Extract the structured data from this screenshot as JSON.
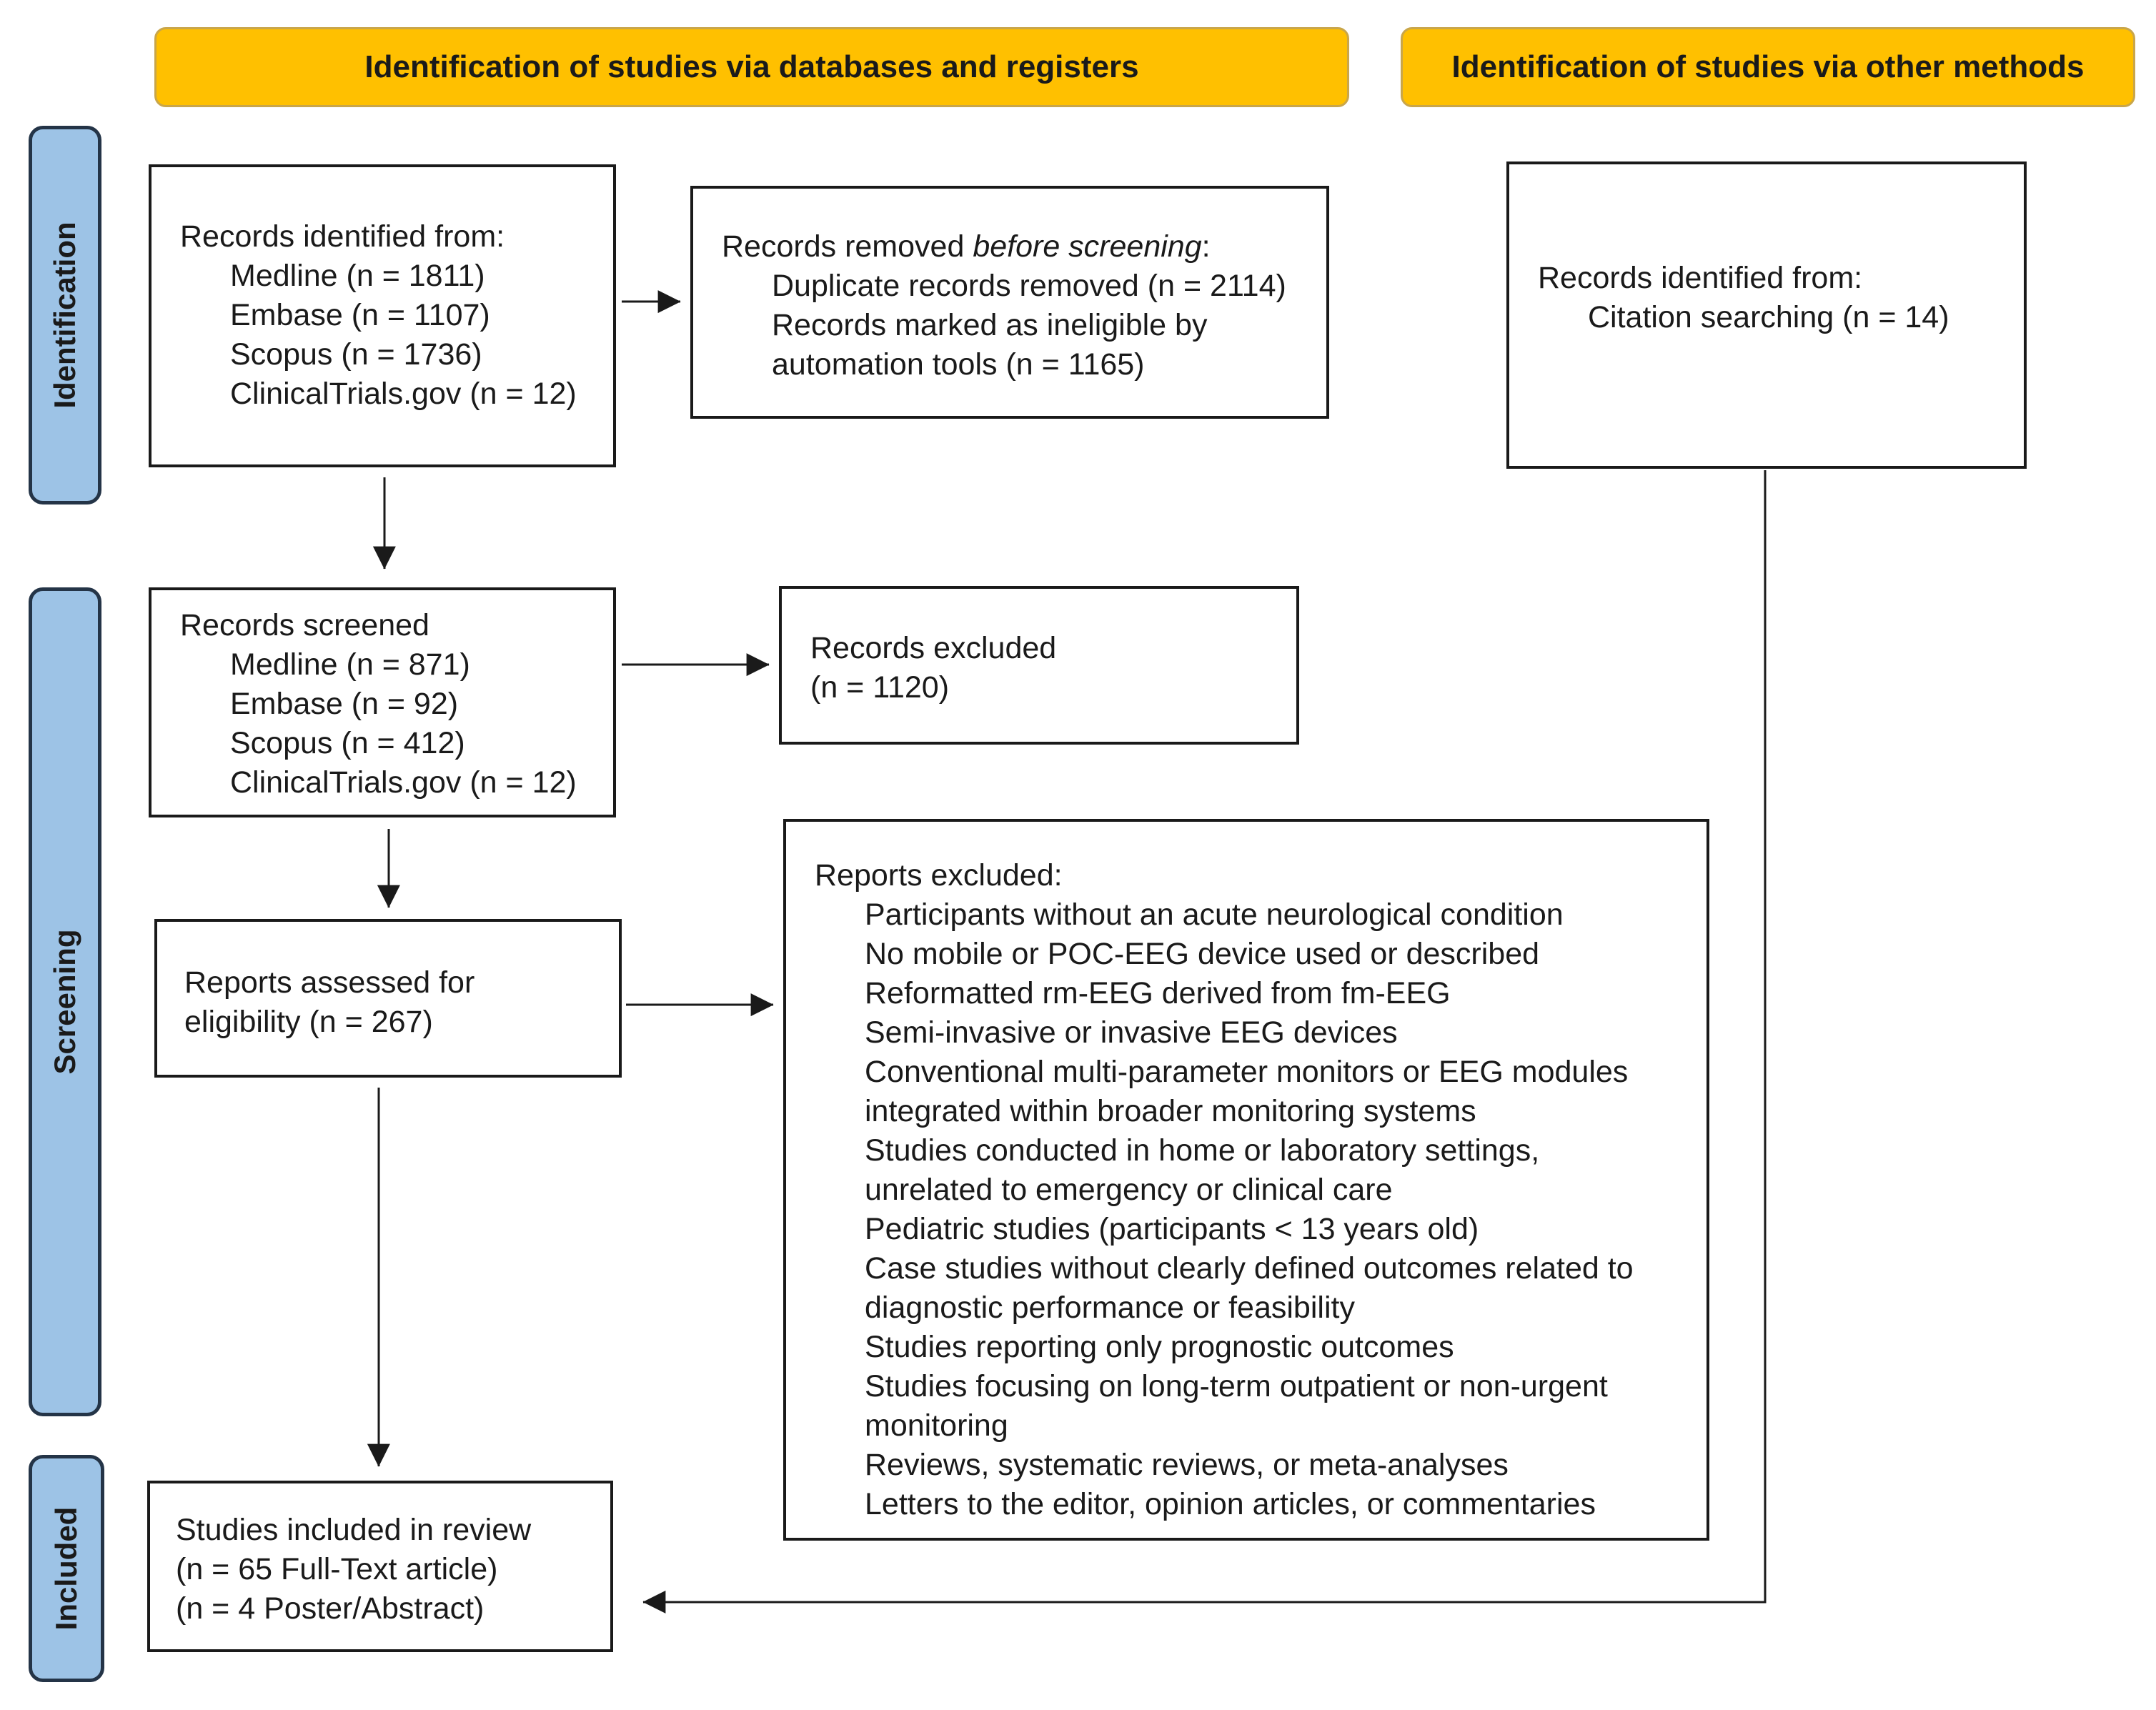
{
  "headers": {
    "databases": "Identification of studies via databases and registers",
    "other": "Identification of studies via other methods"
  },
  "stages": {
    "identification": "Identification",
    "screening": "Screening",
    "included": "Included"
  },
  "identified": {
    "title": "Records identified from:",
    "items": [
      "Medline (n = 1811)",
      "Embase (n = 1107)",
      "Scopus (n = 1736)",
      "ClinicalTrials.gov (n = 12)"
    ]
  },
  "removed": {
    "title_pre": "Records removed ",
    "title_em": "before screening",
    "title_post": ":",
    "items": [
      "Duplicate records removed (n = 2114)",
      "Records marked as ineligible by",
      "automation tools (n = 1165)"
    ]
  },
  "other_identified": {
    "title": "Records identified from:",
    "items": [
      "Citation searching (n = 14)"
    ]
  },
  "screened": {
    "title": "Records screened",
    "items": [
      "Medline (n = 871)",
      "Embase (n = 92)",
      "Scopus (n = 412)",
      "ClinicalTrials.gov (n = 12)"
    ]
  },
  "excluded": {
    "lines": [
      "Records excluded",
      "(n = 1120)"
    ]
  },
  "assessed": {
    "lines": [
      "Reports assessed for",
      "eligibility (n = 267)"
    ]
  },
  "reports_excluded": {
    "title": "Reports excluded:",
    "items": [
      "Participants without an acute neurological condition",
      "No mobile or POC-EEG device used or described",
      "Reformatted rm-EEG derived from fm-EEG",
      "Semi-invasive or invasive EEG devices",
      "Conventional multi-parameter monitors or EEG modules",
      "integrated within broader monitoring systems",
      "Studies conducted in home or laboratory settings,",
      "unrelated to emergency or clinical care",
      "Pediatric studies (participants < 13 years old)",
      "Case studies without clearly defined outcomes related to",
      "diagnostic performance or feasibility",
      "Studies reporting only prognostic outcomes",
      "Studies focusing on long-term outpatient or non-urgent",
      "monitoring",
      "Reviews, systematic reviews, or meta-analyses",
      "Letters to the editor, opinion articles, or commentaries"
    ]
  },
  "included": {
    "lines": [
      "Studies included in review",
      "(n = 65 Full-Text article)",
      "(n = 4 Poster/Abstract)"
    ]
  }
}
